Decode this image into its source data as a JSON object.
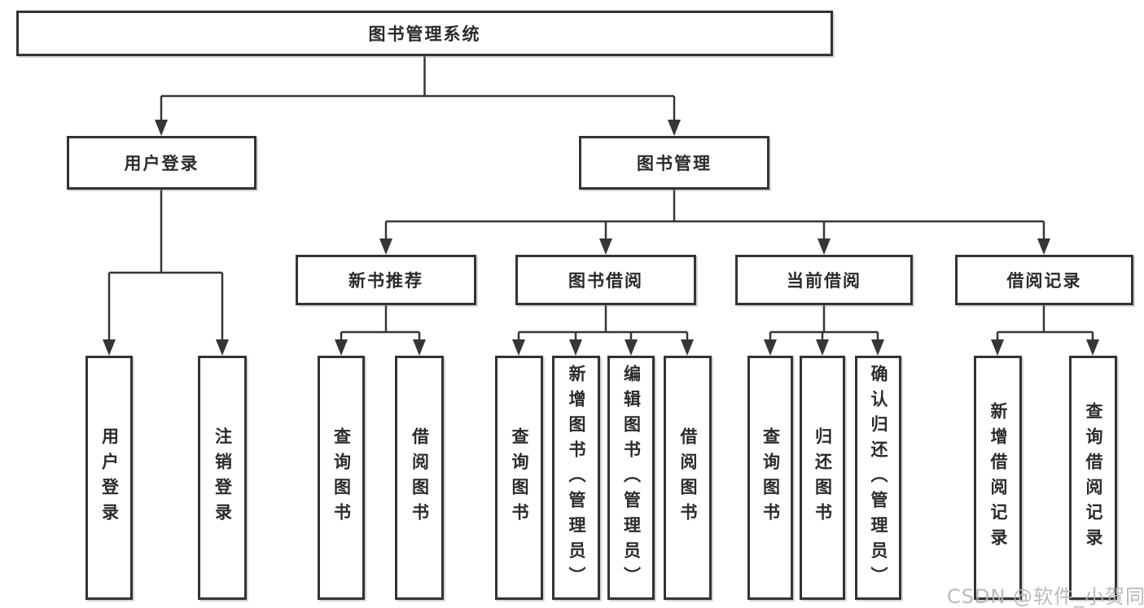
{
  "watermark": "CSDN @软件_小贺同学",
  "colors": {
    "line": "#363636",
    "box_border": "#333333",
    "text": "#2b2b2b",
    "background": "#ffffff",
    "watermark": "#b2b2b2"
  },
  "tree": {
    "label": "图书管理系统",
    "children": [
      {
        "label": "用户登录",
        "children": [
          {
            "label": "用户登录"
          },
          {
            "label": "注销登录"
          }
        ]
      },
      {
        "label": "图书管理",
        "children": [
          {
            "label": "新书推荐",
            "children": [
              {
                "label": "查询图书"
              },
              {
                "label": "借阅图书"
              }
            ]
          },
          {
            "label": "图书借阅",
            "children": [
              {
                "label": "查询图书"
              },
              {
                "label": "新增图书（管理员）"
              },
              {
                "label": "编辑图书（管理员）"
              },
              {
                "label": "借阅图书"
              }
            ]
          },
          {
            "label": "当前借阅",
            "children": [
              {
                "label": "查询图书"
              },
              {
                "label": "归还图书"
              },
              {
                "label": "确认归还（管理员）"
              }
            ]
          },
          {
            "label": "借阅记录",
            "children": [
              {
                "label": "新增借阅记录"
              },
              {
                "label": "查询借阅记录"
              }
            ]
          }
        ]
      }
    ]
  }
}
